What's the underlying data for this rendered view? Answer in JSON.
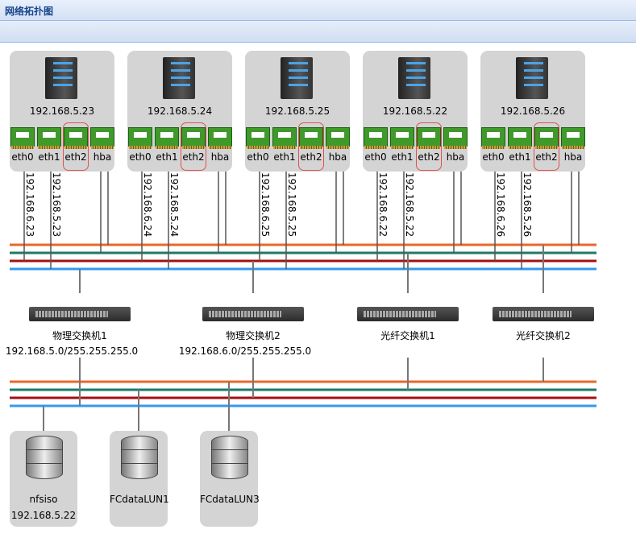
{
  "title": "网络拓扑图",
  "servers": [
    {
      "ip": "192.168.5.23",
      "eth0_ip": "192.168.6.23",
      "eth1_ip": "192.168.5.23",
      "nics": [
        "eth0",
        "eth1",
        "eth2",
        "hba"
      ]
    },
    {
      "ip": "192.168.5.24",
      "eth0_ip": "192.168.6.24",
      "eth1_ip": "192.168.5.24",
      "nics": [
        "eth0",
        "eth1",
        "eth2",
        "hba"
      ]
    },
    {
      "ip": "192.168.5.25",
      "eth0_ip": "192.168.6.25",
      "eth1_ip": "192.168.5.25",
      "nics": [
        "eth0",
        "eth1",
        "eth2",
        "hba"
      ]
    },
    {
      "ip": "192.168.5.22",
      "eth0_ip": "192.168.6.22",
      "eth1_ip": "192.168.5.22",
      "nics": [
        "eth0",
        "eth1",
        "eth2",
        "hba"
      ]
    },
    {
      "ip": "192.168.5.26",
      "eth0_ip": "192.168.6.26",
      "eth1_ip": "192.168.5.26",
      "nics": [
        "eth0",
        "eth1",
        "eth2",
        "hba"
      ]
    }
  ],
  "switches": [
    {
      "name": "物理交换机1",
      "subnet": "192.168.5.0/255.255.255.0"
    },
    {
      "name": "物理交换机2",
      "subnet": "192.168.6.0/255.255.255.0"
    },
    {
      "name": "光纤交换机1"
    },
    {
      "name": "光纤交换机2"
    }
  ],
  "storage": [
    {
      "name": "nfsiso",
      "ip": "192.168.5.22"
    },
    {
      "name": "FCdataLUN1"
    },
    {
      "name": "FCdataLUN3"
    }
  ],
  "colors": {
    "bus1": "#e8682a",
    "bus2": "#1e7a66",
    "bus3": "#a50f0f",
    "bus4": "#3399ee"
  }
}
